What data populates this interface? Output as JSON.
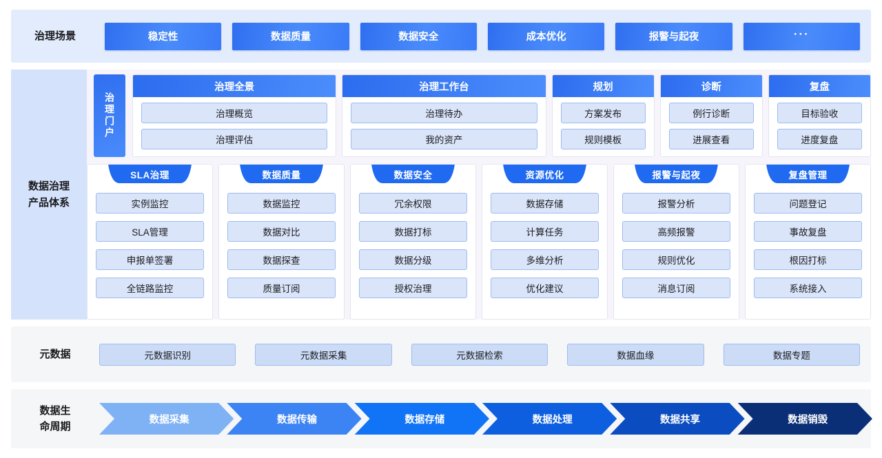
{
  "rows": {
    "scenes": {
      "label": "治理场景",
      "items": [
        {
          "label": "稳定性"
        },
        {
          "label": "数据质量"
        },
        {
          "label": "数据安全"
        },
        {
          "label": "成本优化"
        },
        {
          "label": "报警与起夜"
        },
        {
          "label": "···"
        }
      ]
    },
    "products": {
      "label_line1": "数据治理",
      "label_line2": "产品体系",
      "portal_tab": "治理门户",
      "top_cards": [
        {
          "title": "治理全景",
          "items": [
            "治理概览",
            "治理评估"
          ]
        },
        {
          "title": "治理工作台",
          "items": [
            "治理待办",
            "我的资产"
          ]
        },
        {
          "title": "规划",
          "items": [
            "方案发布",
            "规则模板"
          ]
        },
        {
          "title": "诊断",
          "items": [
            "例行诊断",
            "进展查看"
          ]
        },
        {
          "title": "复盘",
          "items": [
            "目标验收",
            "进度复盘"
          ]
        }
      ],
      "bottom_cards": [
        {
          "title": "SLA治理",
          "items": [
            "实例监控",
            "SLA管理",
            "申报单签署",
            "全链路监控"
          ]
        },
        {
          "title": "数据质量",
          "items": [
            "数据监控",
            "数据对比",
            "数据探查",
            "质量订阅"
          ]
        },
        {
          "title": "数据安全",
          "items": [
            "冗余权限",
            "数据打标",
            "数据分级",
            "授权治理"
          ]
        },
        {
          "title": "资源优化",
          "items": [
            "数据存储",
            "计算任务",
            "多维分析",
            "优化建议"
          ]
        },
        {
          "title": "报警与起夜",
          "items": [
            "报警分析",
            "高频报警",
            "规则优化",
            "消息订阅"
          ]
        },
        {
          "title": "复盘管理",
          "items": [
            "问题登记",
            "事故复盘",
            "根因打标",
            "系统接入"
          ]
        }
      ]
    },
    "metadata": {
      "label": "元数据",
      "items": [
        "元数据识别",
        "元数据采集",
        "元数据检索",
        "数据血缘",
        "数据专题"
      ]
    },
    "lifecycle": {
      "label_line1": "数据生",
      "label_line2": "命周期",
      "items": [
        {
          "label": "数据采集",
          "color": "#7fb2f5"
        },
        {
          "label": "数据传输",
          "color": "#3c83f3"
        },
        {
          "label": "数据存储",
          "color": "#1173f5"
        },
        {
          "label": "数据处理",
          "color": "#0e5fe0"
        },
        {
          "label": "数据共享",
          "color": "#0b4cc0"
        },
        {
          "label": "数据销毁",
          "color": "#0b2f76"
        }
      ]
    }
  },
  "colors": {
    "scene_band_bg": "#e3ecfd",
    "product_band_bg": "#f7f5fb",
    "product_label_bg": "#d5e2fb",
    "neutral_band_bg": "#f5f6f8",
    "primary_blue": "#2f6ff0",
    "pill_fill": "#dbe5fa",
    "pill_border": "#9dbbf0",
    "meta_pill_fill": "#ccdcf7"
  }
}
